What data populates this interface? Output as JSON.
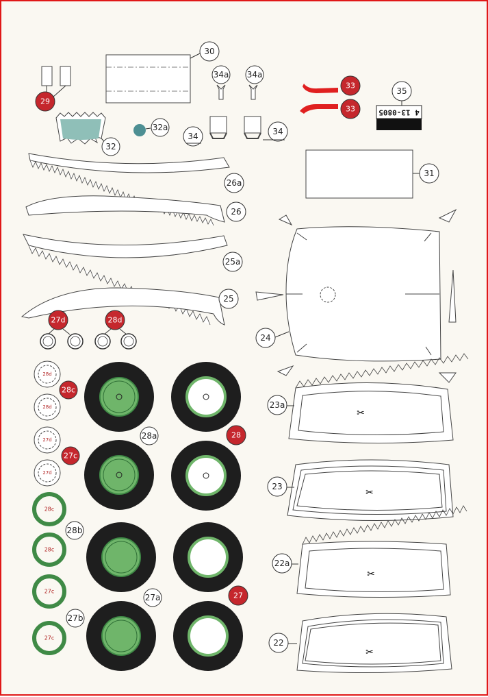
{
  "sheet": {
    "labels": {
      "l22": "22",
      "l22a": "22a",
      "l23": "23",
      "l23a": "23a",
      "l24": "24",
      "l25": "25",
      "l25a": "25a",
      "l26": "26",
      "l26a": "26a",
      "l27": "27",
      "l27a": "27a",
      "l27b": "27b",
      "l27c": "27c",
      "l27d": "27d",
      "l28": "28",
      "l28a": "28a",
      "l28b": "28b",
      "l28c": "28c",
      "l28d": "28d",
      "l29": "29",
      "l30": "30",
      "l31": "31",
      "l32": "32",
      "l32a": "32a",
      "l33a": "33",
      "l33b": "33",
      "l34a": "34",
      "l34b": "34",
      "l34c": "34a",
      "l34d": "34a",
      "l35": "35"
    },
    "plate_text": "4 13-0805",
    "small_tags": {
      "t28c1": "28c",
      "t28c2": "28c",
      "t27c1": "27c",
      "t27c2": "27c",
      "d28": "28d",
      "d28b": "28d",
      "d27": "27d",
      "d27b": "27d"
    },
    "colors": {
      "border": "#e01818",
      "tire": "#1e1e1e",
      "hub_green": "#6fb56a",
      "ring_green": "#3f8a46",
      "red_label": "#c5272d",
      "glass_teal": "#8fbfb8",
      "blue_dot": "#4d8f93"
    }
  }
}
